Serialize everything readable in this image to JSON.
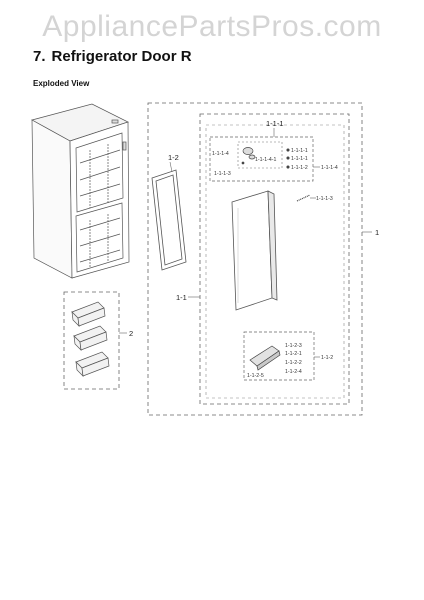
{
  "watermark": "AppliancePartsPros.com",
  "heading": {
    "number": "7.",
    "title": "Refrigerator Door R"
  },
  "view_label": "Exploded View",
  "callouts": {
    "door_assy": "1",
    "door_sub": "1-1",
    "gasket": "1-2",
    "bins": "2",
    "handle_group": "1-1-1"
  },
  "handle_labels": {
    "upper_left": "1-1-1-4",
    "upper_bottom": "1-1-1-3",
    "upper_mid": "1-1-1-4-1",
    "right_top": "1-1-1-1",
    "right_mid": "1-1-1-1",
    "right_low": "1-1-1-2",
    "right_side": "1-1-1-4",
    "screw": "1-1-1-3"
  },
  "lower_labels": {
    "a": "1-1-2-3",
    "b": "1-1-2-1",
    "c": "1-1-2-2",
    "d": "1-1-2-4",
    "left": "1-1-2-5",
    "side": "1-1-2"
  }
}
